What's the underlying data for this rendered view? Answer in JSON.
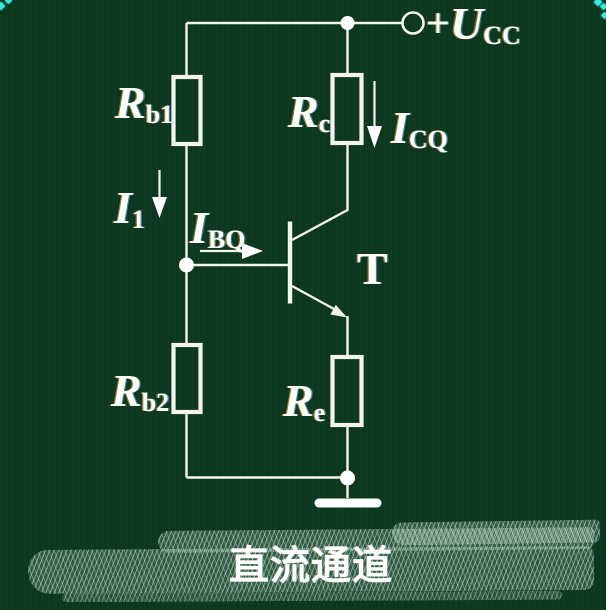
{
  "slide": {
    "caption": "直流通道",
    "background_color": "#0d3820",
    "wire_color": "#f4f4ef",
    "text_color": "#ffffff",
    "chalk_color": "#9fc2ad",
    "decoration_color": "#35ead9"
  },
  "labels": {
    "ucc": {
      "prefix": "+",
      "main": "U",
      "sub": "CC"
    },
    "rb1": {
      "main": "R",
      "sub": "b1"
    },
    "rc": {
      "main": "R",
      "sub": "c"
    },
    "i1": {
      "main": "I",
      "sub": "1"
    },
    "ibq": {
      "main": "I",
      "sub": "BQ"
    },
    "icq": {
      "main": "I",
      "sub": "CQ"
    },
    "rb2": {
      "main": "R",
      "sub": "b2"
    },
    "re": {
      "main": "R",
      "sub": "e"
    },
    "transistor": {
      "main": "T"
    }
  }
}
